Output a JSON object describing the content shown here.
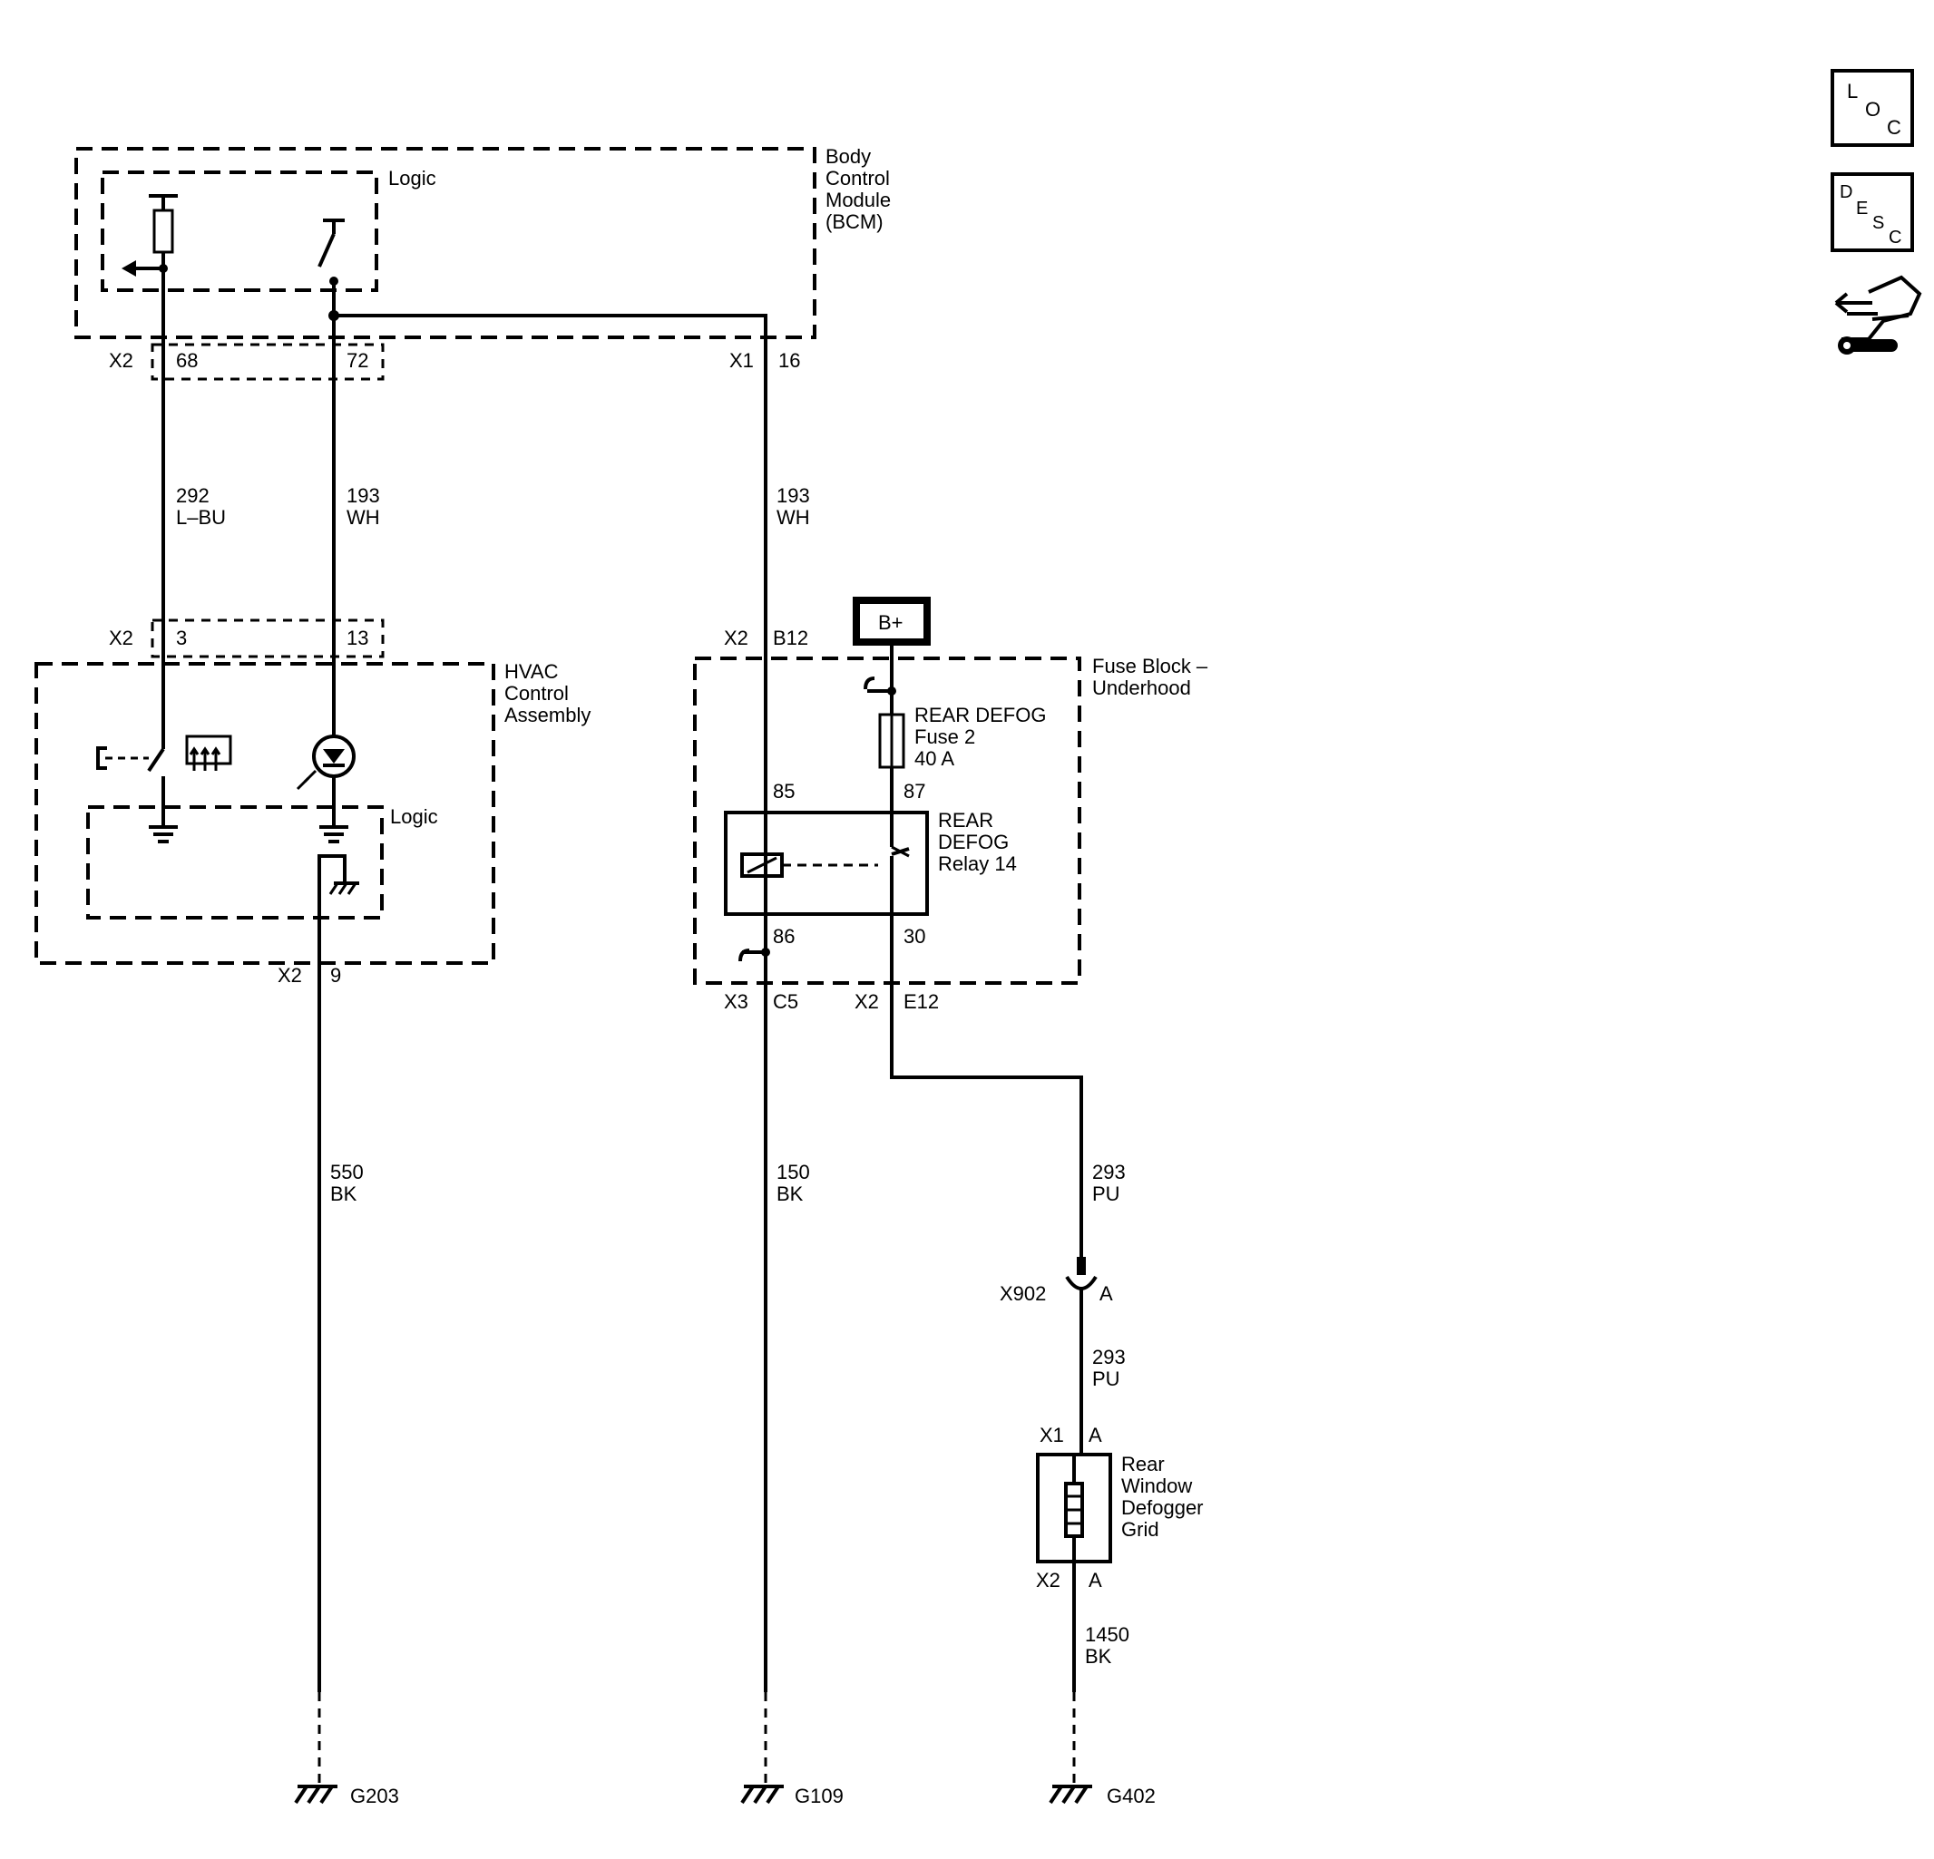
{
  "bcm": {
    "name_lines": [
      "Body",
      "Control",
      "Module",
      "(BCM)"
    ],
    "logic_label": "Logic",
    "conn_x2": "X2",
    "pin_68": "68",
    "pin_72": "72",
    "conn_x1": "X1",
    "pin_16": "16"
  },
  "wires": {
    "w292_num": "292",
    "w292_color": "L–BU",
    "w193a_num": "193",
    "w193a_color": "WH",
    "w193b_num": "193",
    "w193b_color": "WH",
    "w550_num": "550",
    "w550_color": "BK",
    "w150_num": "150",
    "w150_color": "BK",
    "w293a_num": "293",
    "w293a_color": "PU",
    "w293b_num": "293",
    "w293b_color": "PU",
    "w1450_num": "1450",
    "w1450_color": "BK"
  },
  "hvac": {
    "name_lines": [
      "HVAC",
      "Control",
      "Assembly"
    ],
    "logic_label": "Logic",
    "conn_x2_top": "X2",
    "pin_3": "3",
    "pin_13": "13",
    "conn_x2_bottom": "X2",
    "pin_9": "9"
  },
  "fuse_block": {
    "name_lines": [
      "Fuse Block –",
      "Underhood"
    ],
    "power_label": "B+",
    "conn_x2_top": "X2",
    "pin_b12": "B12",
    "fuse_lines": [
      "REAR DEFOG",
      "Fuse 2",
      "40 A"
    ],
    "relay_lines": [
      "REAR",
      "DEFOG",
      "Relay 14"
    ],
    "pin_85": "85",
    "pin_87": "87",
    "pin_86": "86",
    "pin_30": "30",
    "conn_x3": "X3",
    "pin_c5": "C5",
    "conn_x2_bottom": "X2",
    "pin_e12": "E12"
  },
  "inline_connector": {
    "name": "X902",
    "pin": "A"
  },
  "grid": {
    "name_lines": [
      "Rear",
      "Window",
      "Defogger",
      "Grid"
    ],
    "conn_x1": "X1",
    "pin_x1": "A",
    "conn_x2": "X2",
    "pin_x2": "A"
  },
  "grounds": {
    "g1": "G203",
    "g2": "G109",
    "g3": "G402"
  },
  "side_icons": {
    "loc": [
      "L",
      "O",
      "C"
    ],
    "desc": [
      "D",
      "E",
      "S",
      "C"
    ],
    "connector_icon": "connector-end-view-icon"
  }
}
